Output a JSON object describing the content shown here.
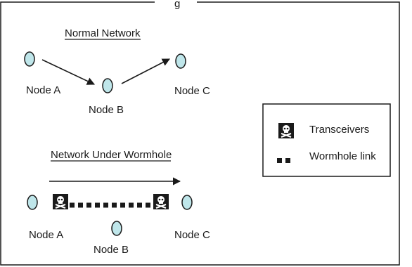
{
  "header": {
    "caption_fragment": "g"
  },
  "normal_network": {
    "title": "Normal Network",
    "nodes": {
      "a": "Node A",
      "b": "Node B",
      "c": "Node C"
    }
  },
  "wormhole_network": {
    "title": "Network Under Wormhole",
    "nodes": {
      "a": "Node A",
      "b": "Node B",
      "c": "Node C"
    }
  },
  "legend": {
    "items": [
      {
        "label": "Transceivers",
        "icon": "skull-crossbones-icon"
      },
      {
        "label": "Wormhole link",
        "icon": "dashed-square-link-icon"
      }
    ]
  },
  "colors": {
    "node_fill": "#bfe6ea",
    "stroke": "#1a1a1a",
    "transceiver_bg": "#1a1a1a",
    "skull": "#ffffff"
  }
}
